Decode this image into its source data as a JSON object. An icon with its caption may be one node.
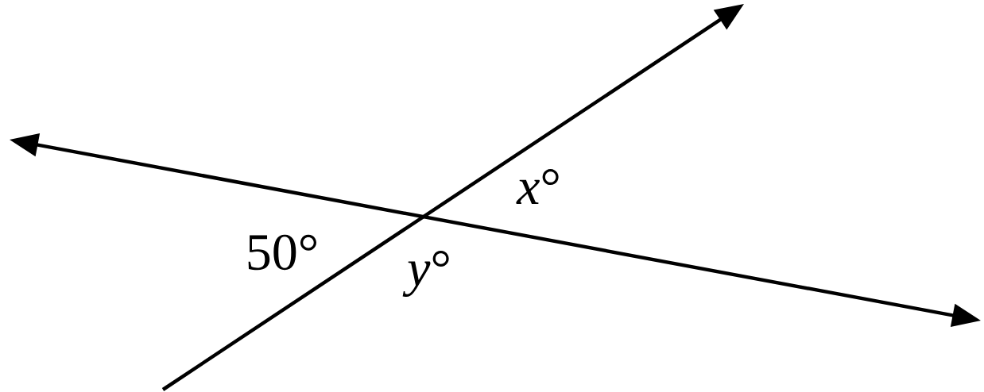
{
  "diagram": {
    "labels": [
      "50°",
      "*y*°",
      "*x*°"
    ]
  }
}
